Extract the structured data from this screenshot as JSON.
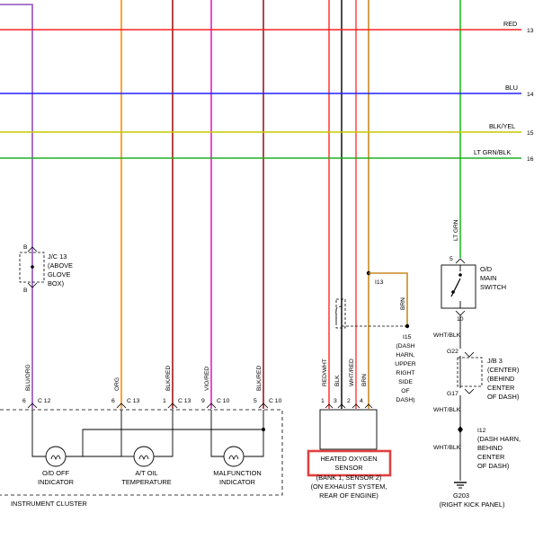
{
  "bus_wires": [
    {
      "label": "RED",
      "ref": "13",
      "color": "#ff2020"
    },
    {
      "label": "BLU",
      "ref": "14",
      "color": "#2020ff"
    },
    {
      "label": "BLK/YEL",
      "ref": "15",
      "color": "#c8c800"
    },
    {
      "label": "LT GRN/BLK",
      "ref": "16",
      "color": "#20b020"
    }
  ],
  "jc13": {
    "name": "J/C 13",
    "pos": [
      "(ABOVE",
      "GLOVE",
      "BOX)"
    ],
    "pin_top": "B",
    "pin_bottom": "B"
  },
  "cluster_connectors": [
    {
      "wire": "BLU/ORG",
      "pin": "6",
      "conn": "C 12"
    },
    {
      "wire": "ORG",
      "pin": "6",
      "conn": "C 13"
    },
    {
      "wire": "BLK/RED",
      "pin": "1",
      "conn": "C 13"
    },
    {
      "wire": "VIO/RED",
      "pin": "9",
      "conn": "C 10"
    },
    {
      "wire": "BLK/RED",
      "pin": "5",
      "conn": "C 10"
    }
  ],
  "indicators": [
    {
      "lines": [
        "O/D OFF",
        "INDICATOR"
      ]
    },
    {
      "lines": [
        "A/T OIL",
        "TEMPERATURE"
      ]
    },
    {
      "lines": [
        "MALFUNCTION",
        "INDICATOR"
      ]
    }
  ],
  "cluster_label": "INSTRUMENT CLUSTER",
  "sensor": {
    "wires": [
      "RED/WHT",
      "BLK",
      "WHT/RED",
      "BRN"
    ],
    "pins": [
      "1",
      "3",
      "2",
      "4"
    ],
    "title_lines": [
      "HEATED OXYGEN",
      "SENSOR"
    ],
    "sub_lines": [
      "(BANK 1, SENSOR 2)",
      "(ON EXHAUST SYSTEM,",
      "REAR OF ENGINE)"
    ],
    "highlight_color": "#e04040"
  },
  "i13": {
    "label": "I13",
    "wire": "BRN"
  },
  "i15": {
    "label": "I15",
    "lines": [
      "(DASH",
      "HARN,",
      "UPPER",
      "RIGHT",
      "SIDE",
      "OF",
      "DASH)"
    ]
  },
  "od_switch": {
    "top_wire": "LT GRN",
    "pin_top": "5",
    "pin_bottom": "10",
    "lines": [
      "O/D",
      "MAIN",
      "SWITCH"
    ],
    "bottom_wire": "WHT/BLK"
  },
  "jb3": {
    "top_conn": "G22",
    "bottom_conn": "G17",
    "lines": [
      "J/B 3",
      "(CENTER)",
      "(BEHIND",
      "CENTER",
      "OF DASH)"
    ],
    "wire_below": "WHT/BLK"
  },
  "i12": {
    "label": "I12",
    "lines": [
      "(DASH HARN,",
      "BEHIND",
      "CENTER",
      "OF DASH)"
    ],
    "wire": "WHT/BLK"
  },
  "ground": {
    "label": "G203",
    "location": "(RIGHT KICK PANEL)"
  }
}
